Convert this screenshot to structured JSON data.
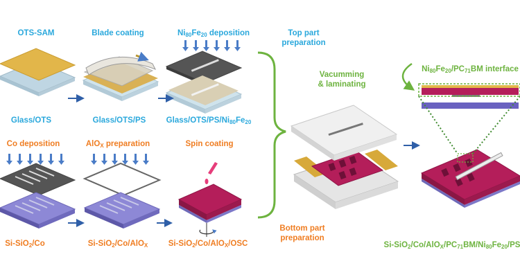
{
  "labels": {
    "ots_sam": "OTS-SAM",
    "blade_coating": "Blade coating",
    "ni_dep_pre": "Ni",
    "ni_dep_sub1": "80",
    "ni_dep_mid": "Fe",
    "ni_dep_sub2": "20",
    "ni_dep_post": " deposition",
    "top_part_1": "Top part",
    "top_part_2": "preparation",
    "glass_ots": "Glass/OTS",
    "glass_ots_ps": "Glass/OTS/PS",
    "glass_ots_ps_ni_pre": "Glass/OTS/PS/Ni",
    "glass_ots_ps_ni_sub1": "80",
    "glass_ots_ps_ni_mid": "Fe",
    "glass_ots_ps_ni_sub2": "20",
    "co_deposition": "Co deposition",
    "alox_prep_pre": "AlO",
    "alox_prep_sub": "X",
    "alox_prep_post": " preparation",
    "spin_coating": "Spin coating",
    "si_co_pre": "Si-SiO",
    "si_co_sub": "2",
    "si_co_post": "/Co",
    "si_co_alox_pre": "Si-SiO",
    "si_co_alox_sub": "2",
    "si_co_alox_mid": "/Co/AlO",
    "si_co_alox_sub2": "X",
    "si_osc_pre": "Si-SiO",
    "si_osc_sub": "2",
    "si_osc_mid": "/Co/AlO",
    "si_osc_sub2": "X",
    "si_osc_post": "/OSC",
    "vacumming_1": "Vacumming",
    "vacumming_2": "& laminating",
    "interface_pre": "Ni",
    "interface_sub1": "80",
    "interface_mid": "Fe",
    "interface_sub2": "20",
    "interface_mid2": "/PC",
    "interface_sub3": "71",
    "interface_post": "BM interface",
    "bottom_part_1": "Bottom part",
    "bottom_part_2": "preparation",
    "final_pre": "Si-SiO",
    "final_sub1": "2",
    "final_mid1": "/Co/AlO",
    "final_sub2": "X",
    "final_mid2": "/PC",
    "final_sub3": "71",
    "final_mid3": "BM/Ni",
    "final_sub4": "80",
    "final_mid4": "Fe",
    "final_sub5": "20",
    "final_post": "/PS"
  },
  "colors": {
    "blue_text": "#2aa8dc",
    "orange_text": "#ef7d22",
    "green_text": "#6db33f",
    "arrow_blue": "#2f5fa8",
    "gold": "#e2b64a",
    "glass": "#cfe3ec",
    "magenta": "#b41e5a",
    "purple": "#7d78c8",
    "dark_gray": "#555555"
  }
}
